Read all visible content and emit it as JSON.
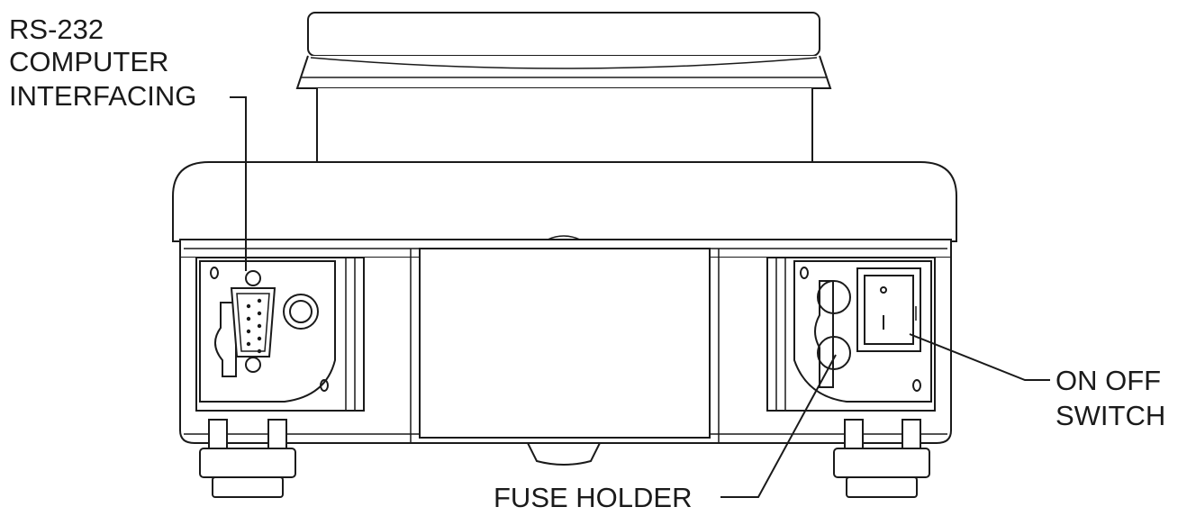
{
  "labels": {
    "rs232": [
      "RS-232",
      "COMPUTER",
      "INTERFACING"
    ],
    "fuse_holder": "FUSE HOLDER",
    "on_off_switch": [
      "ON OFF",
      "SWITCH"
    ]
  },
  "colors": {
    "line": "#1a1a1a",
    "background": "#ffffff"
  }
}
